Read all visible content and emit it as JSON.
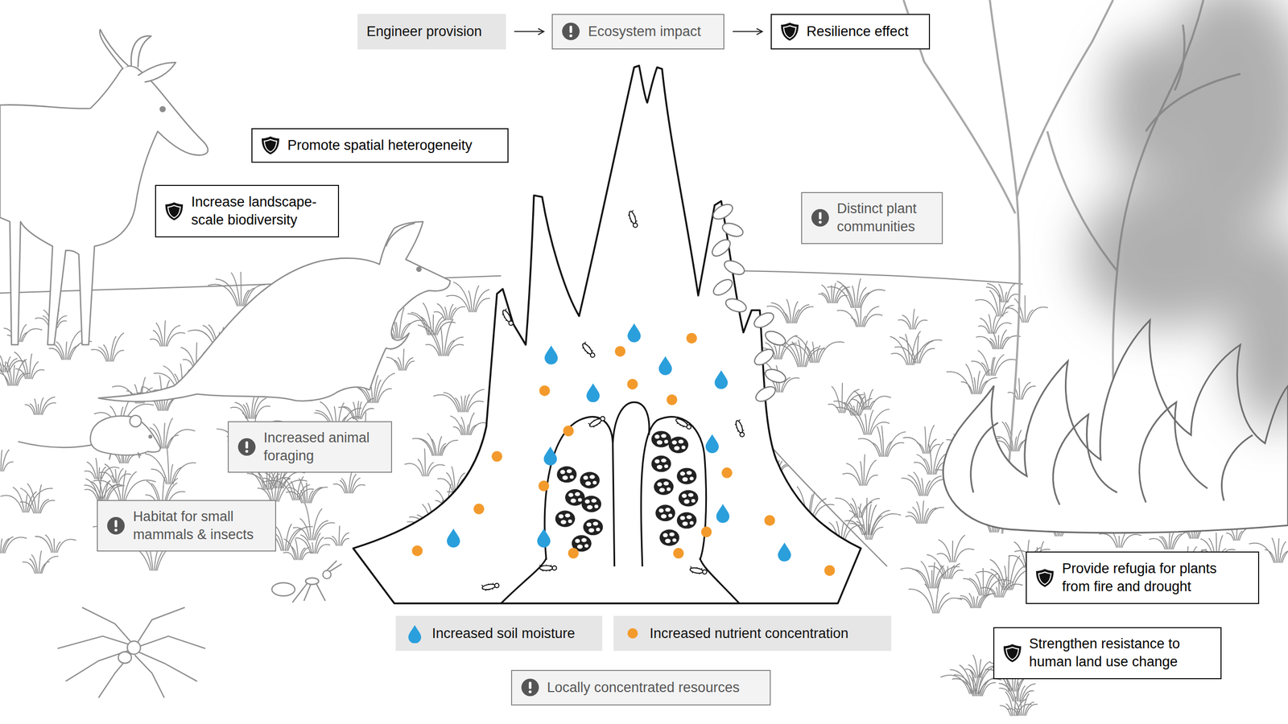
{
  "diagram": {
    "nodes": [
      {
        "text": [
          "Engineer provision"
        ]
      },
      {
        "text": [
          "Ecosystem impact"
        ]
      },
      {
        "text": [
          "Resilience effect"
        ]
      },
      {
        "text": [
          "Promote spatial heterogeneity"
        ]
      },
      {
        "text": [
          "Increase landscape-scale biodiversity"
        ]
      },
      {
        "text": [
          "Distinct plant communities"
        ]
      },
      {
        "text": [
          "Increased animal foraging"
        ]
      },
      {
        "text": [
          "Habitat for small mammals & insects"
        ]
      },
      {
        "text": [
          "Provide refugia for plants from fire and drought"
        ]
      },
      {
        "text": [
          "Increased soil moisture"
        ]
      },
      {
        "text": [
          "Increased nutrient concentration"
        ]
      },
      {
        "text": [
          "Strengthen resistance to human land use change"
        ]
      },
      {
        "text": [
          "Locally concentrated resources"
        ]
      }
    ],
    "edges": [
      {
        "from": 0,
        "to": 1,
        "arrow": "to"
      },
      {
        "from": 1,
        "to": 2,
        "arrow": "to"
      }
    ]
  }
}
